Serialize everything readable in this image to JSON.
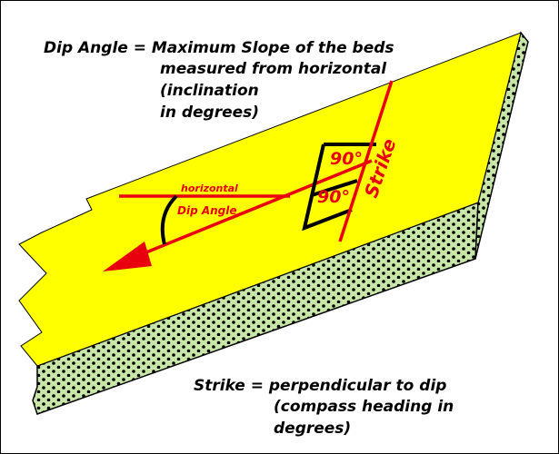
{
  "dip_caption": {
    "line1": "Dip Angle = Maximum Slope of the beds",
    "line2": "measured from horizontal",
    "line3": "(inclination",
    "line4": "in degrees)"
  },
  "strike_caption": {
    "line1": "Strike = perpendicular to dip",
    "line2": "(compass heading in",
    "line3": "degrees)"
  },
  "labels": {
    "horizontal": "horizontal",
    "dip_angle": "Dip Angle",
    "strike": "Strike",
    "angle_upper": "90°",
    "angle_lower": "90°"
  },
  "colors": {
    "bed_top": "#ffff00",
    "bed_side": "#c8e6a8",
    "annotation_red": "#e8000e",
    "outline": "#000000"
  }
}
